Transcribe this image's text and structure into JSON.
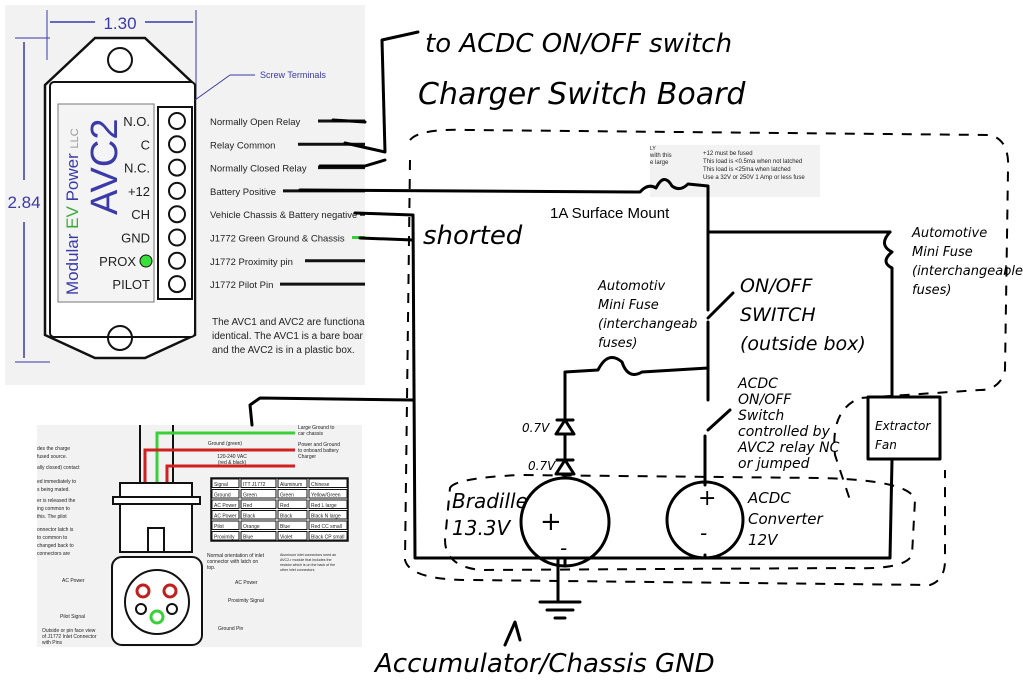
{
  "avc2_datasheet": {
    "width_dim": "1.30",
    "height_dim": "2.84",
    "screw_terminals": "Screw Terminals",
    "brand_modular": "Modular",
    "brand_ev": "EV",
    "brand_power": "Power",
    "brand_llc": "LLC",
    "model": "AVC2",
    "pins": [
      "N.O.",
      "C",
      "N.C.",
      "+12",
      "CH",
      "GND",
      "PROX",
      "PILOT"
    ],
    "pin_descriptions": [
      "Normally Open Relay",
      "Relay Common",
      "Normally Closed Relay",
      "Battery Positive",
      "Vehicle Chassis & Battery negative",
      "J1772 Green Ground & Chassis",
      "J1772 Proximity pin",
      "J1772 Pilot Pin"
    ],
    "note": [
      "The AVC1 and AVC2 are functiona",
      "identical.  The AVC1 is a bare boar",
      "and the AVC2 is in a plastic box."
    ]
  },
  "j1772_datasheet": {
    "left_notes": [
      "des the charge",
      "fused source.",
      "ally closed) contact",
      "ed immediately to",
      "s being mated.",
      "er is released the",
      "ing common to",
      "this.  The pilot",
      "onnector latch is",
      "to common to",
      "changed back to",
      "connectors are"
    ],
    "large_ground": [
      "Large Ground to",
      "car chassis"
    ],
    "ground_green": "Ground (green)",
    "power_ground": [
      "Power and Ground",
      "to onboard battery",
      "Charger"
    ],
    "vac": [
      "120-240 VAC",
      "(red & black)"
    ],
    "table_headers": [
      "Signal",
      "ITT J1772",
      "Aluminum",
      "Chinese"
    ],
    "table_rows": [
      [
        "Ground",
        "Green",
        "Green",
        "Yellow/Green"
      ],
      [
        "AC Power",
        "Red",
        "Red",
        "Red L large"
      ],
      [
        "AC Power",
        "Black",
        "Black",
        "Black N large"
      ],
      [
        "Pilot",
        "Orange",
        "Blue",
        "Red CC small"
      ],
      [
        "Proximity",
        "Blue",
        "Violet",
        "Black CP small"
      ]
    ],
    "orientation_note": [
      "Normal orientation of inlet",
      "connector with latch on",
      "top."
    ],
    "aluminum_note": [
      "Aluminum inlet connectors need an",
      "AVC2-r module that includes the",
      "resistor which is on the back of the",
      "other inlet connectors"
    ],
    "pin_labels": {
      "ac_power_left": "AC Power",
      "ac_power_right": "AC Power",
      "proximity": "Proximity Signal",
      "pilot": "Pilot Signal",
      "ground": "Ground Pin"
    },
    "face_view_note": [
      "Outside or pin face view",
      "of J1772 Inlet Connector",
      "with Pins"
    ]
  },
  "fuse_note": {
    "partial": [
      "LY",
      "with this",
      "e large"
    ],
    "lines": [
      "+12 must be fused",
      "This load is <0.5ma when not latched",
      "This load is <25ma when latched",
      "Use a 32V or 250V 1 Amp or less fuse"
    ]
  },
  "annotations": {
    "to_switch": "to ACDC ON/OFF switch",
    "board_title": "Charger Switch Board",
    "shorted": "shorted",
    "surface_mount": "1A Surface Mount",
    "mini_fuse_left": [
      "Automotiv",
      "Mini Fuse",
      "(interchangeab",
      "fuses)"
    ],
    "onoff_switch": [
      "ON/OFF",
      "SWITCH",
      "(outside box)"
    ],
    "acdc_switch": [
      "ACDC",
      "ON/OFF",
      "Switch",
      "controlled by",
      "AVC2 relay NC",
      "or jumped"
    ],
    "extractor_fan": [
      "Extractor",
      "Fan"
    ],
    "mini_fuse_right": [
      "Automotive",
      "Mini Fuse",
      "(interchangeable",
      "fuses)"
    ],
    "diode_drop_1": "0.7V",
    "diode_drop_2": "0.7V",
    "battery": [
      "Bradille",
      "13.3V"
    ],
    "converter": [
      "ACDC",
      "Converter",
      "12V"
    ],
    "ground_label": "Accumulator/Chassis GND",
    "plus": "+",
    "minus": "-"
  }
}
